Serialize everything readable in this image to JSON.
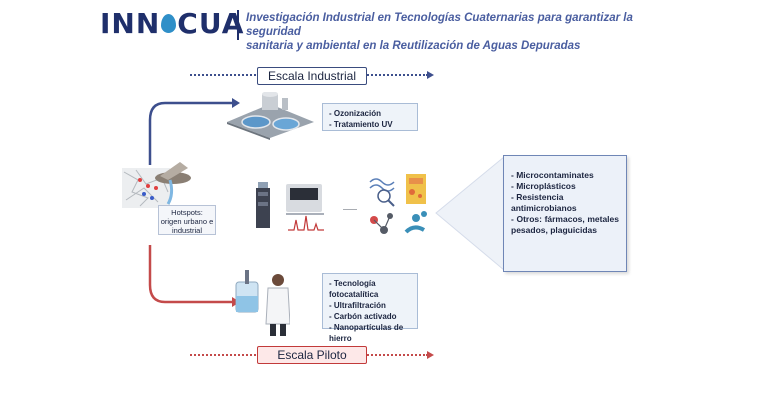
{
  "header": {
    "logo_left": "INN",
    "logo_right": "CUA",
    "subtitle_line1": "Investigación Industrial en Tecnologías Cuaternarias para garantizar la seguridad",
    "subtitle_line2": "sanitaria y ambiental en la Reutilización de Aguas Depuradas"
  },
  "scales": {
    "industrial": "Escala Industrial",
    "piloto": "Escala Piloto"
  },
  "industrial_treatments": [
    "Ozonización",
    "Tratamiento UV"
  ],
  "pilot_treatments": [
    "Tecnología fotocatalítica",
    "Ultrafiltración",
    "Carbón activado",
    "Nanopartículas de hierro"
  ],
  "hotspots": {
    "title": "Hotspots:",
    "line1": "origen urbano e",
    "line2": "industrial"
  },
  "results": [
    "Microcontaminates",
    "Microplásticos",
    "Resistencia  antimicrobianos",
    "Otros:  fármacos,  metales pesados, plaguicidas"
  ],
  "colors": {
    "industrial_accent": "#3d4f8d",
    "pilot_accent": "#c44a4a",
    "logo_navy": "#1f2f6b",
    "drop_blue": "#2f8fc8"
  },
  "icons": [
    "water-drop-icon",
    "wastewater-plant-icon",
    "sampling-map-icon",
    "chromatography-instrument-icon",
    "analysis-icons-group",
    "pilot-reactor-scientist-icon"
  ]
}
